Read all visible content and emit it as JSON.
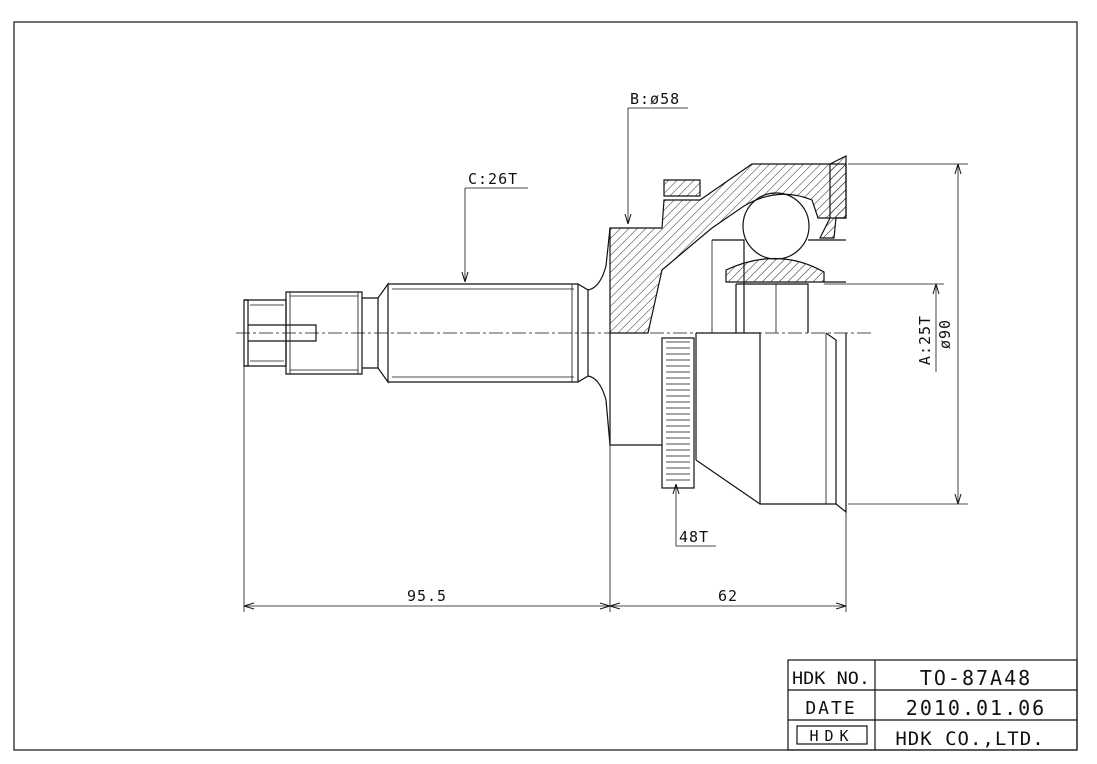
{
  "callouts": {
    "bore_diameter": "B:ø58",
    "outer_spline": "C:26T",
    "inner_spline": "A:25T",
    "outer_diameter": "ø90",
    "abs_ring_teeth": "48T"
  },
  "dimensions": {
    "shaft_length": "95.5",
    "bell_length": "62"
  },
  "title_block": {
    "part_no_label": "HDK NO.",
    "part_no_value": "TO-87A48",
    "date_label": "DATE",
    "date_value": "2010.01.06",
    "logo_text": "HDK",
    "company": "HDK CO.,LTD."
  }
}
